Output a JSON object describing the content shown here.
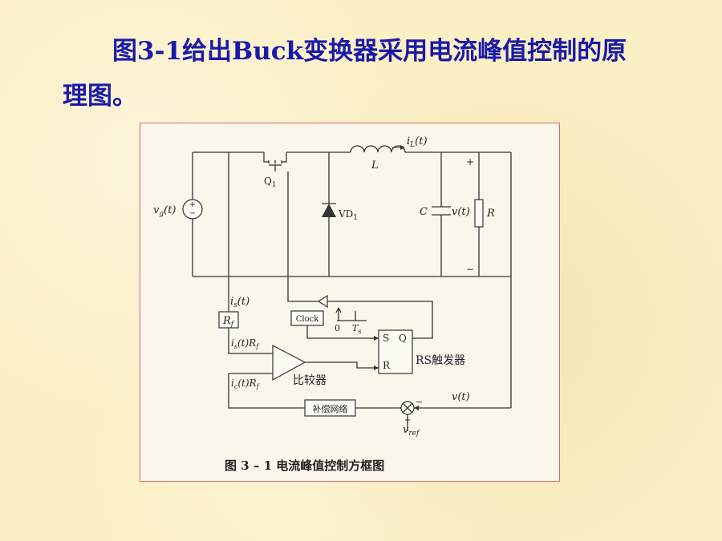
{
  "caption": {
    "line1": "图3-1给出Buck变换器采用电流峰值控制的原",
    "line2": "理图。"
  },
  "diagram": {
    "labels": {
      "source": "v",
      "source_sub": "g",
      "source_arg": "(t)",
      "switch": "Q",
      "switch_sub": "1",
      "inductor_current": "i",
      "inductor_current_sub": "L",
      "inductor_current_arg": "(t)",
      "inductor": "L",
      "diode": "VD",
      "diode_sub": "1",
      "capacitor": "C",
      "output_voltage": "v(t)",
      "resistor": "R",
      "plus": "+",
      "minus": "−",
      "sense_current": "i",
      "sense_current_sub": "s",
      "sense_current_arg": "(t)",
      "sense_resistor": "R",
      "sense_resistor_sub": "f",
      "clock": "Clock",
      "ts_zero": "0",
      "ts": "T",
      "ts_sub": "s",
      "latch_s": "S",
      "latch_q": "Q",
      "latch_r": "R",
      "latch_name": "RS触发器",
      "comparator_in1": "i",
      "comparator_in1_sub": "s",
      "comparator_in1_rest": "(t)R",
      "comparator_in1_rest_sub": "f",
      "comparator_in2": "i",
      "comparator_in2_sub": "c",
      "comparator_in2_rest": "(t)R",
      "comparator_in2_rest_sub": "f",
      "comparator_name": "比较器",
      "feedback_voltage": "v(t)",
      "comp_network": "补偿网络",
      "sum_minus": "−",
      "sum_plus": "+",
      "vref": "v",
      "vref_sub": "ref",
      "figure_caption": "图 3 – 1   电流峰值控制方框图"
    }
  }
}
